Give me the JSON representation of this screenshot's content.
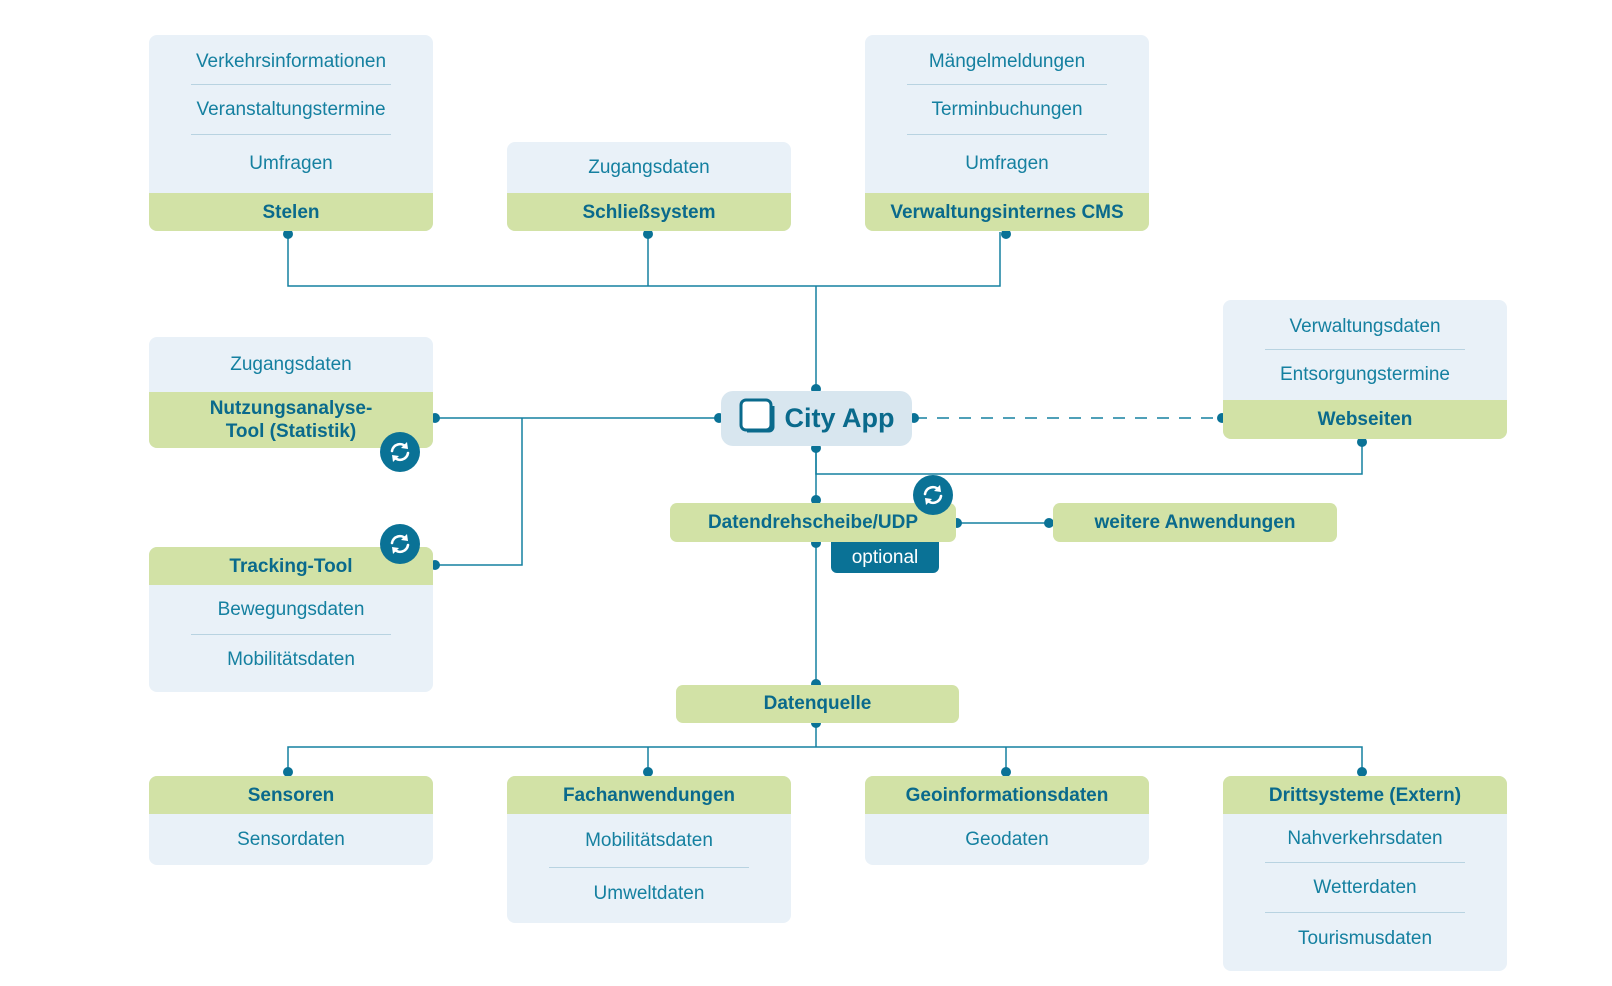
{
  "top": {
    "stelen": {
      "items": [
        "Verkehrsinformationen",
        "Veranstaltungstermine",
        "Umfragen"
      ],
      "title": "Stelen"
    },
    "schliess": {
      "items": [
        "Zugangsdaten"
      ],
      "title": "Schließsystem"
    },
    "cms": {
      "items": [
        "Mängelmeldungen",
        "Terminbuchungen",
        "Umfragen"
      ],
      "title": "Verwaltungsinternes CMS"
    }
  },
  "left": {
    "nutzung": {
      "items": [
        "Zugangsdaten"
      ],
      "title": "Nutzungsanalyse-Tool (Statistik)"
    },
    "tracking": {
      "title": "Tracking-Tool",
      "items": [
        "Bewegungsdaten",
        "Mobilitätsdaten"
      ]
    }
  },
  "center": {
    "city_app": "City App",
    "hub": "Datendrehscheibe/UDP",
    "optional": "optional",
    "further": "weitere Anwendungen",
    "source": "Datenquelle"
  },
  "right": {
    "web": {
      "items": [
        "Verwaltungsdaten",
        "Entsorgungstermine"
      ],
      "title": "Webseiten"
    }
  },
  "bottom": {
    "sensoren": {
      "title": "Sensoren",
      "items": [
        "Sensordaten"
      ]
    },
    "fach": {
      "title": "Fachanwendungen",
      "items": [
        "Mobilitätsdaten",
        "Umweltdaten"
      ]
    },
    "geo": {
      "title": "Geoinformationsdaten",
      "items": [
        "Geodaten"
      ]
    },
    "dritt": {
      "title": "Drittsysteme (Extern)",
      "items": [
        "Nahverkehrsdaten",
        "Wetterdaten",
        "Tourismusdaten"
      ]
    }
  },
  "colors": {
    "card_bg": "#e9f1f8",
    "header_green": "#d2e2a6",
    "accent_blue": "#0a6a8c",
    "line_blue": "#1580a0"
  },
  "icons": {
    "sync": "sync-icon",
    "app": "app-icon"
  }
}
